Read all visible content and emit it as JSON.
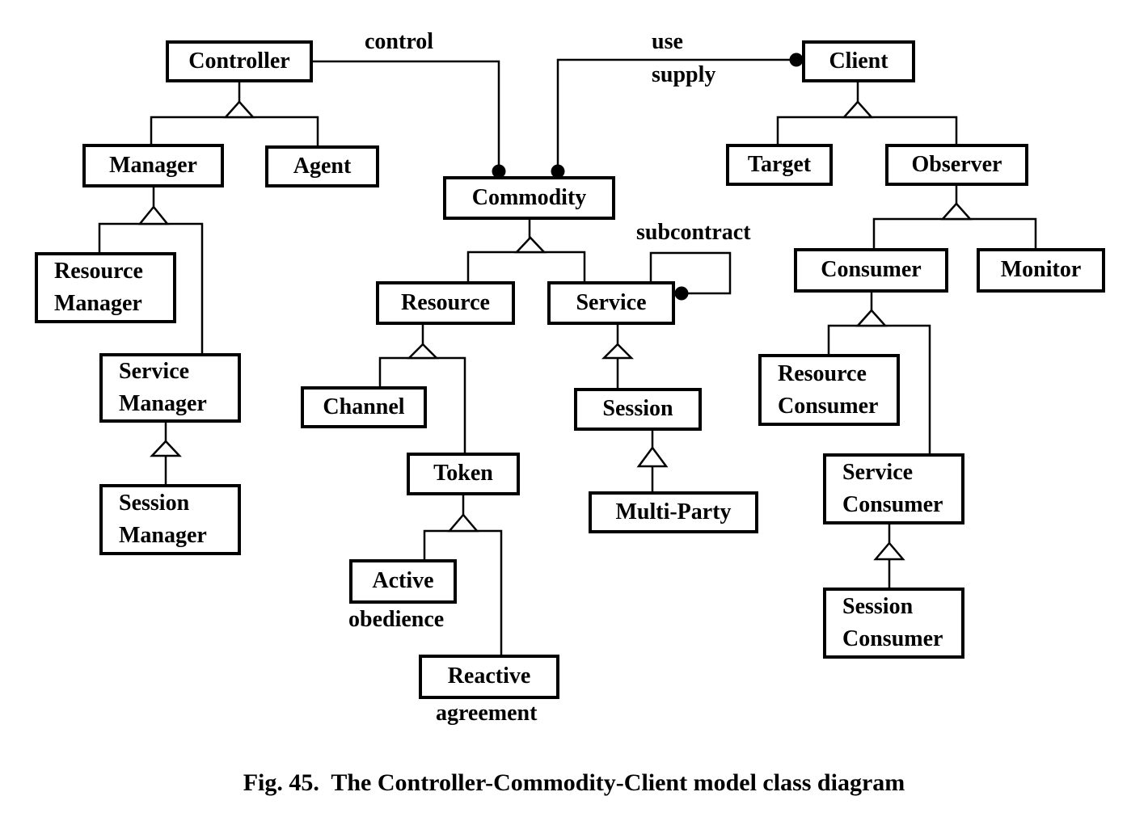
{
  "diagram": {
    "caption": "Fig. 45.  The Controller-Commodity-Client model class diagram",
    "colors": {
      "line": "#000000",
      "background": "#ffffff",
      "text": "#000000"
    },
    "nodes": {
      "controller": {
        "label": "Controller"
      },
      "client": {
        "label": "Client"
      },
      "manager": {
        "label": "Manager"
      },
      "agent": {
        "label": "Agent"
      },
      "target": {
        "label": "Target"
      },
      "observer": {
        "label": "Observer"
      },
      "commodity": {
        "label": "Commodity"
      },
      "resource_manager": {
        "label": "Resource\nManager"
      },
      "consumer": {
        "label": "Consumer"
      },
      "monitor": {
        "label": "Monitor"
      },
      "resource": {
        "label": "Resource"
      },
      "service": {
        "label": "Service"
      },
      "service_manager": {
        "label": "Service\nManager"
      },
      "resource_consumer": {
        "label": "Resource\nConsumer"
      },
      "channel": {
        "label": "Channel"
      },
      "session": {
        "label": "Session"
      },
      "token": {
        "label": "Token"
      },
      "service_consumer": {
        "label": "Service\nConsumer"
      },
      "session_manager": {
        "label": "Session\nManager"
      },
      "multi_party": {
        "label": "Multi-Party"
      },
      "active": {
        "label": "Active"
      },
      "reactive": {
        "label": "Reactive"
      },
      "session_consumer": {
        "label": "Session\nConsumer"
      }
    },
    "edge_labels": {
      "control": "control",
      "use": "use",
      "supply": "supply",
      "subcontract": "subcontract",
      "obedience": "obedience",
      "agreement": "agreement"
    },
    "relationships": {
      "generalizations": [
        {
          "parent": "Controller",
          "children": [
            "Manager",
            "Agent"
          ]
        },
        {
          "parent": "Manager",
          "children": [
            "Resource Manager",
            "Service Manager"
          ]
        },
        {
          "parent": "Service Manager",
          "children": [
            "Session Manager"
          ]
        },
        {
          "parent": "Commodity",
          "children": [
            "Resource",
            "Service"
          ]
        },
        {
          "parent": "Resource",
          "children": [
            "Channel",
            "Token"
          ]
        },
        {
          "parent": "Token",
          "children": [
            "Active",
            "Reactive"
          ]
        },
        {
          "parent": "Service",
          "children": [
            "Session"
          ]
        },
        {
          "parent": "Session",
          "children": [
            "Multi-Party"
          ]
        },
        {
          "parent": "Client",
          "children": [
            "Target",
            "Observer"
          ]
        },
        {
          "parent": "Observer",
          "children": [
            "Consumer",
            "Monitor"
          ]
        },
        {
          "parent": "Consumer",
          "children": [
            "Resource Consumer",
            "Service Consumer"
          ]
        },
        {
          "parent": "Service Consumer",
          "children": [
            "Session Consumer"
          ]
        }
      ],
      "associations": [
        {
          "from": "Controller",
          "to": "Commodity",
          "label": "control"
        },
        {
          "from": "Client",
          "to": "Commodity",
          "label": "use supply"
        },
        {
          "from": "Service",
          "to": "Service",
          "label": "subcontract"
        }
      ]
    }
  }
}
